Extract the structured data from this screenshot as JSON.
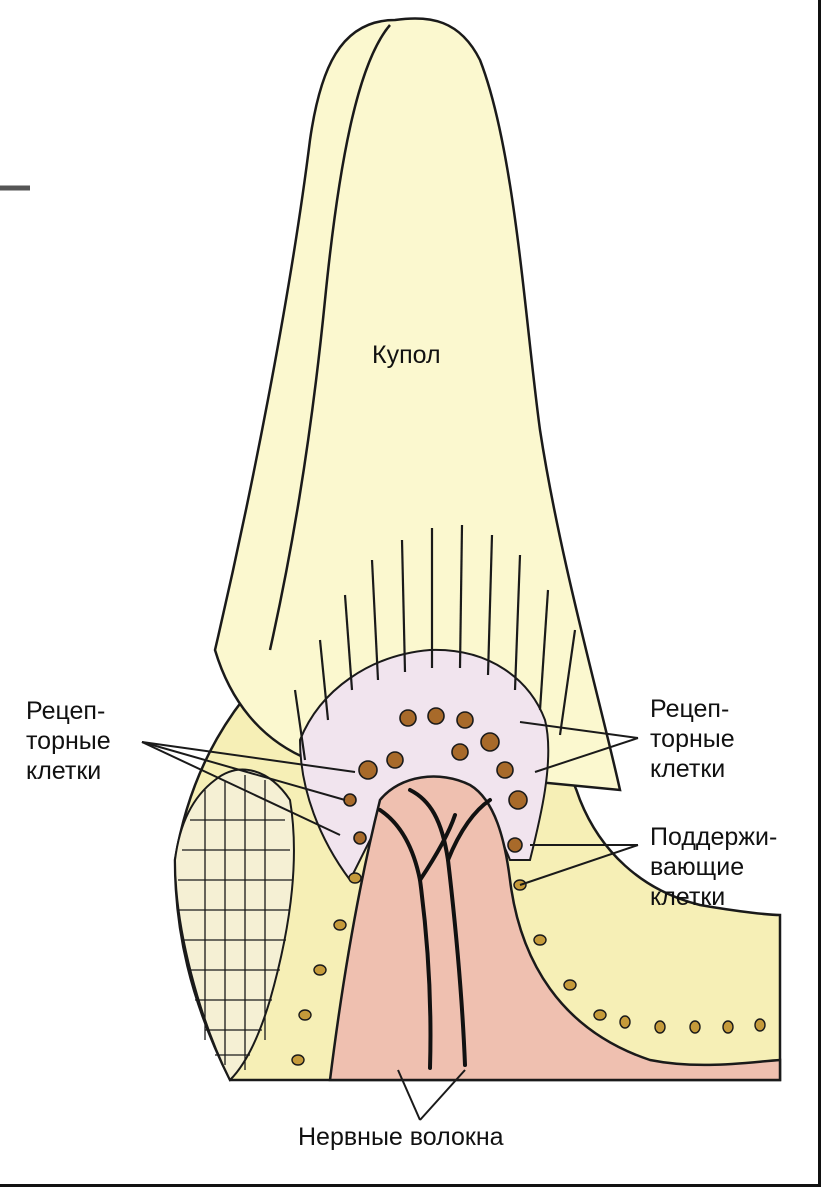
{
  "labels": {
    "cupula": "Купол",
    "receptor_left": "Рецеп-\nторные\nклетки",
    "receptor_right": "Рецеп-\nторные\nклетки",
    "supporting": "Поддержи-\nвающие\nклетки",
    "nerves": "Нервные волокна"
  },
  "colors": {
    "cupula_fill": "#fbf8cf",
    "tissue_yellow": "#f6efb6",
    "receptor_lilac": "#f1e4ee",
    "connective_pink": "#efc0b0",
    "outline": "#1a1a1a",
    "nucleus": "#a86a2a"
  }
}
